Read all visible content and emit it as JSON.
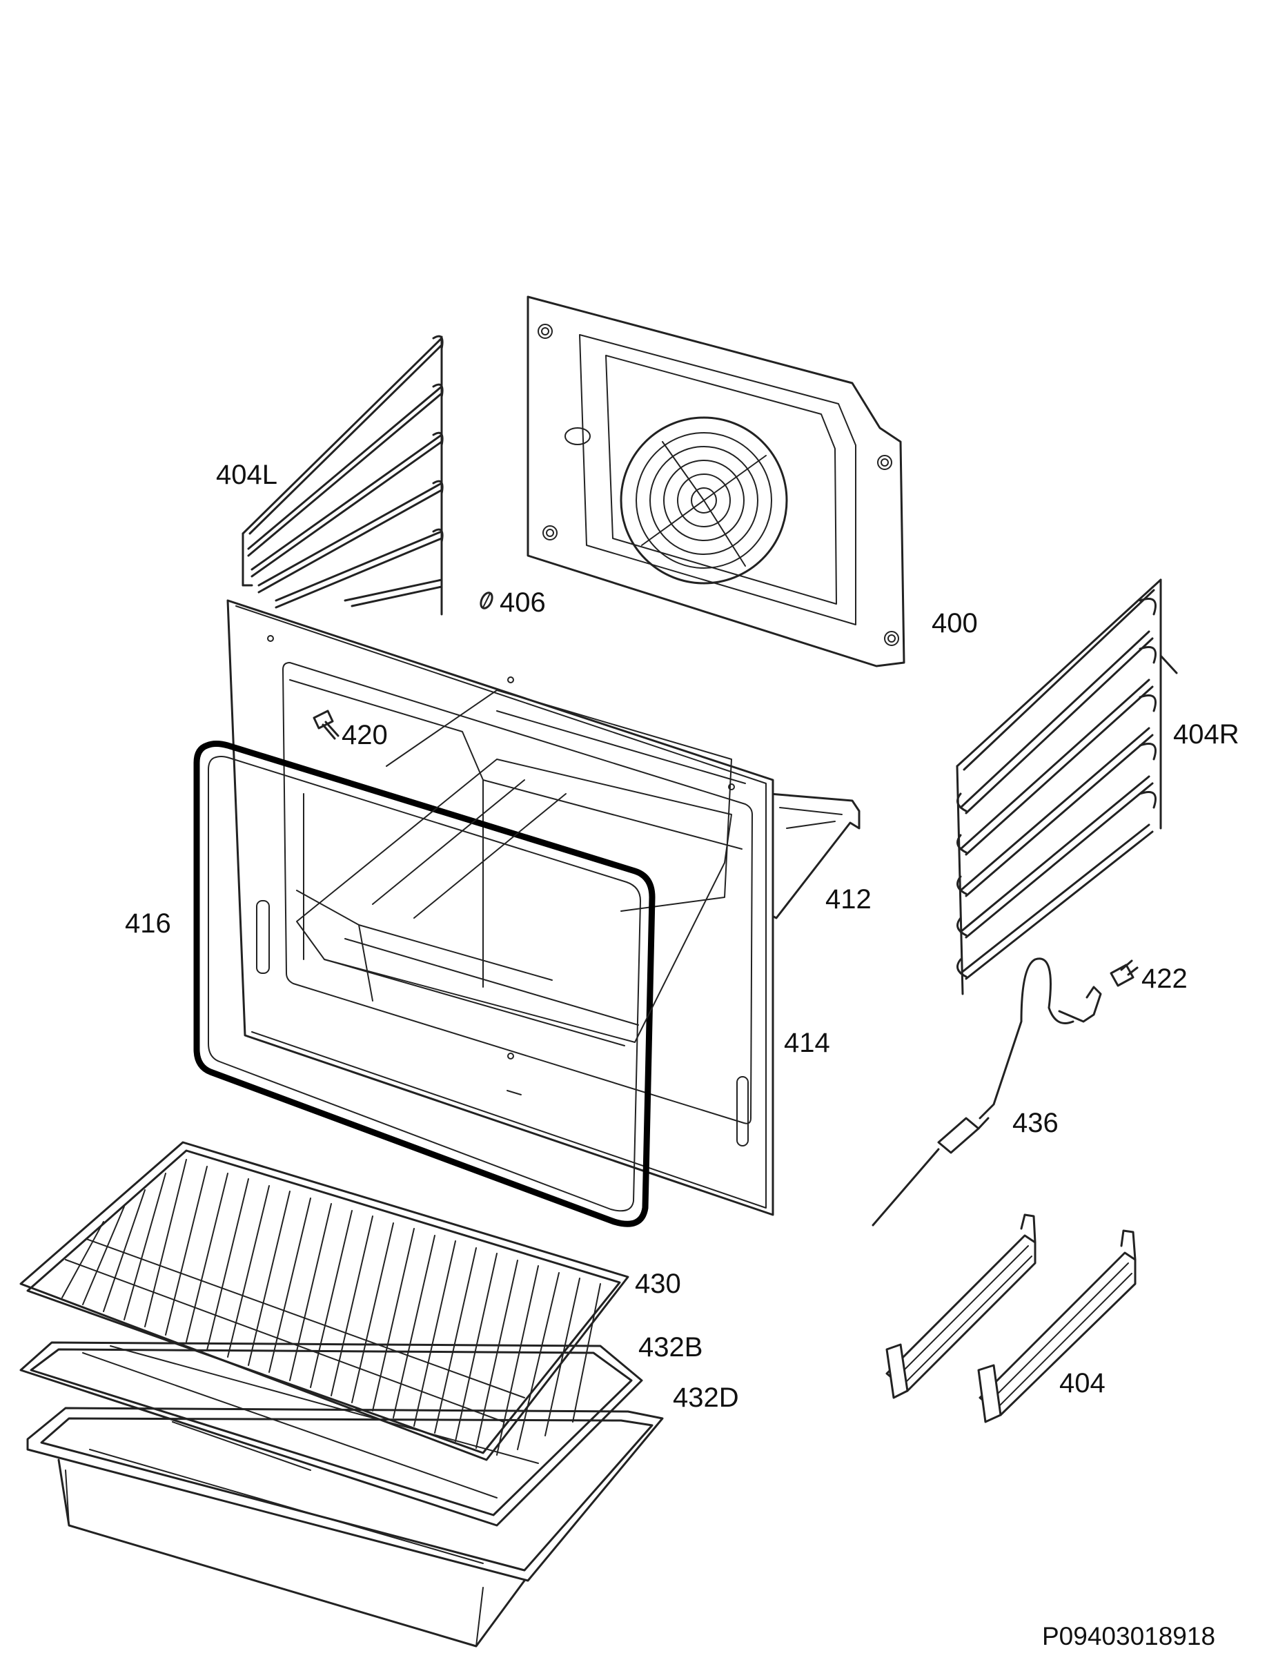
{
  "diagram": {
    "labels": {
      "p400": "400",
      "p404L": "404L",
      "p404R": "404R",
      "p404": "404",
      "p406": "406",
      "p412": "412",
      "p414": "414",
      "p416": "416",
      "p420": "420",
      "p422": "422",
      "p430": "430",
      "p432B": "432B",
      "p432D": "432D",
      "p436": "436"
    },
    "drawing_code": "P09403018918"
  }
}
